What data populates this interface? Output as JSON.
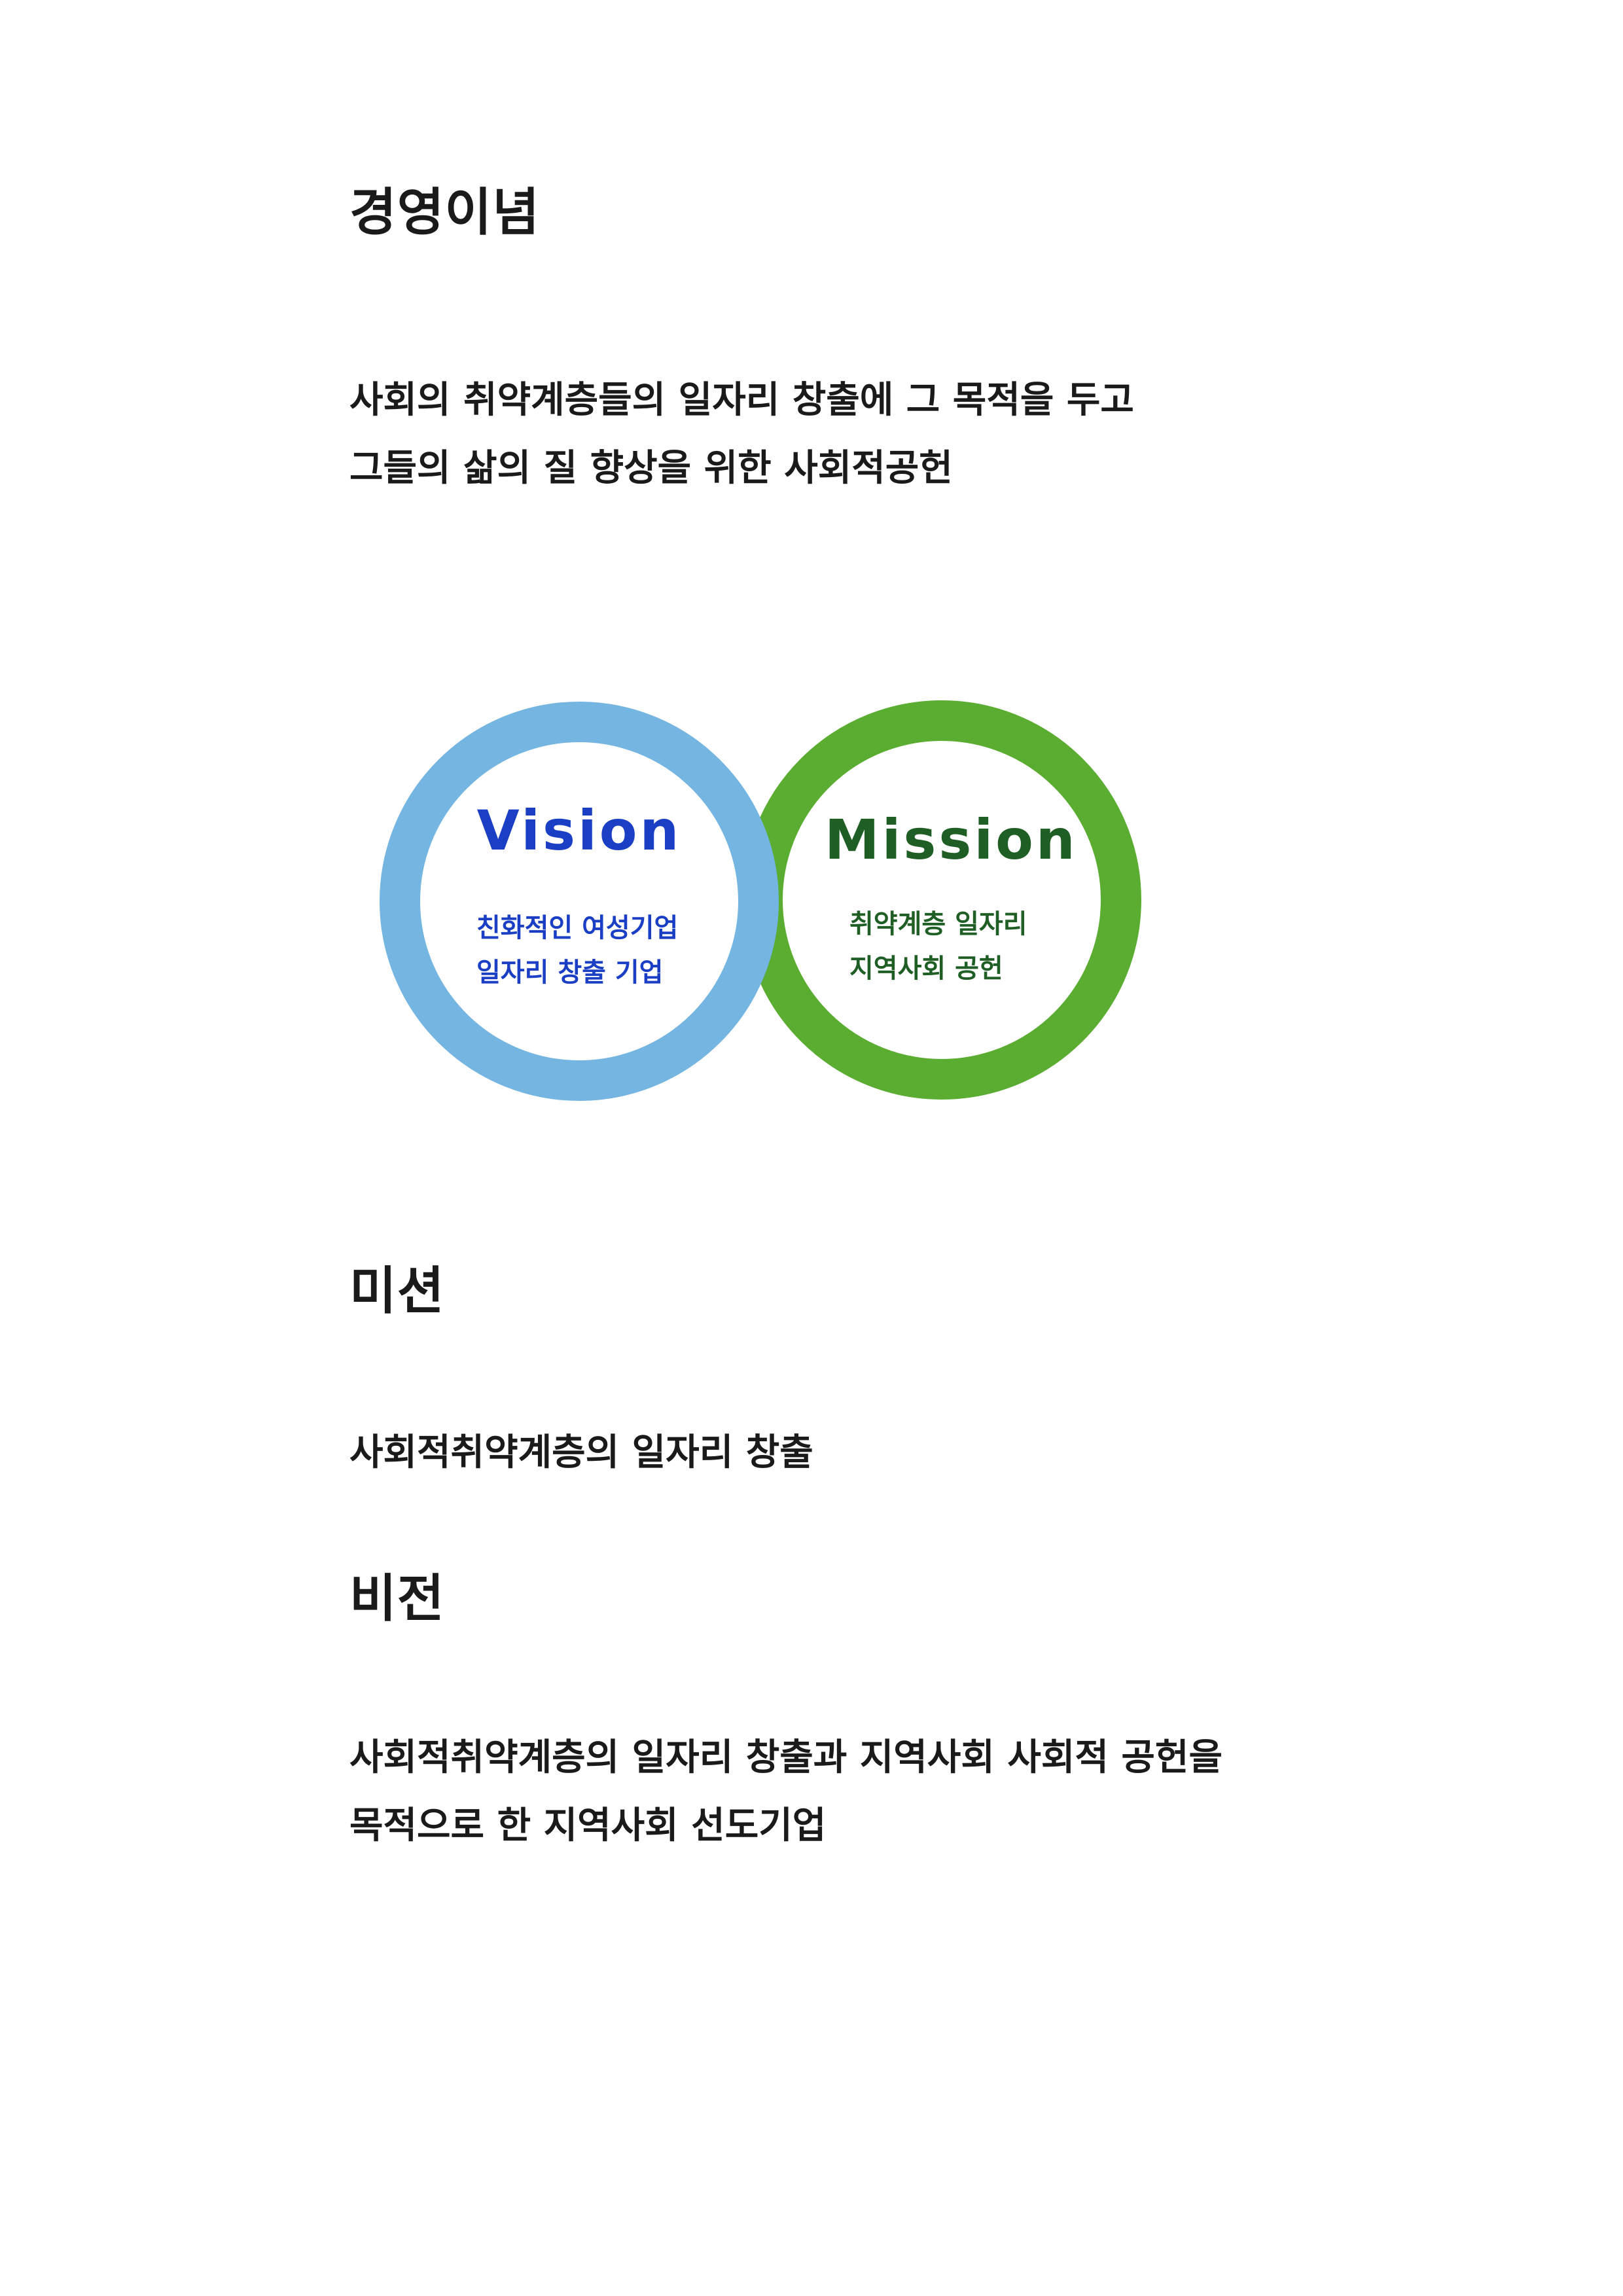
{
  "philosophy": {
    "heading": "경영이념",
    "lines": [
      "사회의 취약계층들의 일자리 창출에  그 목적을 두고",
      "그들의 삶의 질  향상을 위한 사회적공헌"
    ]
  },
  "diagram": {
    "vision": {
      "title": "Vision",
      "lines": [
        "친화적인 여성기업",
        "일자리 창출 기업"
      ],
      "ring_color": "#74b5e2",
      "text_color": "#1a3fc4"
    },
    "mission": {
      "title": "Mission",
      "lines": [
        "취약계층 일자리",
        "지역사회 공헌"
      ],
      "ring_color": "#5bad31",
      "text_color": "#1f5e24"
    }
  },
  "mission_section": {
    "heading": "미션",
    "text": "사회적취약계층의 일자리 창출"
  },
  "vision_section": {
    "heading": "비전",
    "lines": [
      "사회적취약계층의 일자리 창출과  지역사회 사회적 공헌을",
      "목적으로  한 지역사회 선도기업"
    ]
  }
}
